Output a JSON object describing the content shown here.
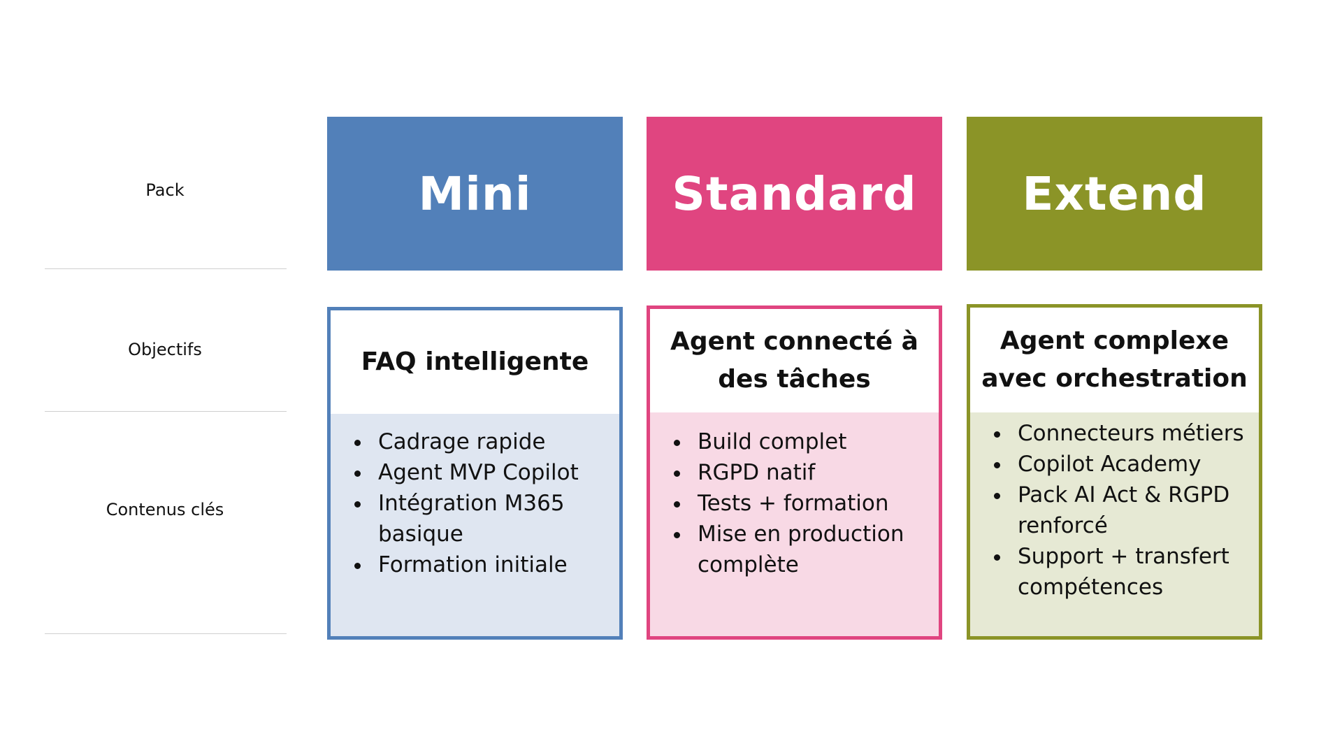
{
  "row_labels": {
    "pack": "Pack",
    "objectives": "Objectifs",
    "key_contents": "Contenus clés"
  },
  "packs": [
    {
      "name": "Mini",
      "color": "#5280b9",
      "light_color": "#dfe6f1",
      "objective": "FAQ intelligente",
      "contents": [
        "Cadrage rapide",
        "Agent MVP Copilot",
        "Intégration M365 basique",
        "Formation initiale"
      ]
    },
    {
      "name": "Standard",
      "color": "#e04580",
      "light_color": "#f8d9e5",
      "objective": "Agent connecté à des tâches",
      "contents": [
        "Build complet",
        "RGPD natif",
        "Tests + formation",
        "Mise en production complète"
      ]
    },
    {
      "name": "Extend",
      "color": "#8b9427",
      "light_color": "#e6e9d4",
      "objective": "Agent complexe avec orchestration",
      "contents": [
        "Connecteurs métiers",
        "Copilot Academy",
        "Pack AI Act & RGPD renforcé",
        "Support + transfert compétences"
      ]
    }
  ]
}
